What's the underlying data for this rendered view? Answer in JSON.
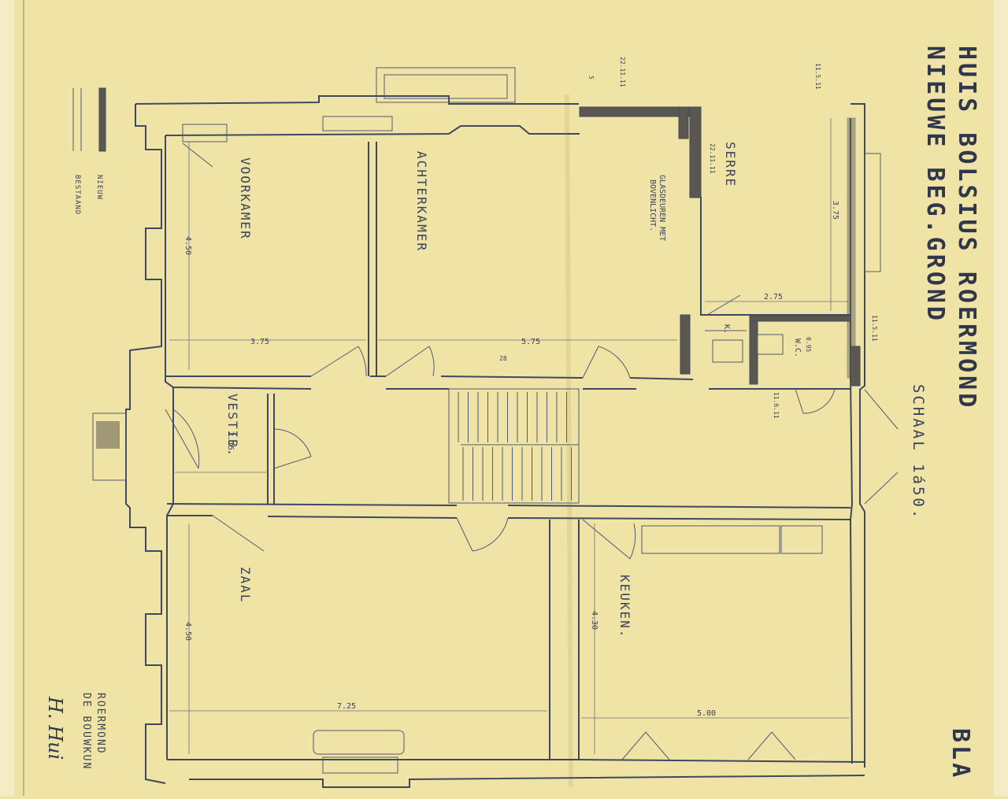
{
  "title": {
    "line1": "HUIS BOLSIUS ROERMOND",
    "line2": "NIEUWE BEG.GROND",
    "scale": "SCHAAL 1á50.",
    "sheet": "BLA"
  },
  "legend": {
    "new": "NIEUW",
    "existing": "BESTAAND"
  },
  "rooms": {
    "voorkamer": "VOORKAMER",
    "achterkamer": "ACHTERKAMER",
    "serre": "SERRE",
    "vestibule": "VESTIB.",
    "zaal": "ZAAL",
    "keuken": "KEUKEN.",
    "wc": "W.C.",
    "k": "K."
  },
  "notes": {
    "glassdoors_1": "GLASDEUREN MET",
    "glassdoors_2": "BOVENLICHT."
  },
  "dimensions": {
    "voorkamer_depth": "4.50",
    "voorkamer_width": "3.75",
    "achterkamer_width": "5.75",
    "serre_depth": "3.75",
    "serre_width": "2.75",
    "vestibule_width": "2.15",
    "zaal_depth": "4.50",
    "zaal_width": "7.25",
    "keuken_depth": "4.30",
    "keuken_width": "5.00",
    "wc_width": "0.95",
    "stair_steps": "28"
  },
  "date_marks": {
    "d1": "22.11.11",
    "d2": "11.5.11",
    "d3": "22.11.11",
    "d4": "11.5.11",
    "d5": "11.6.11",
    "d6": "5"
  },
  "signature": {
    "line1": "ROERMOND",
    "line2": "DE BOUWKUN",
    "name": "H. Hui"
  }
}
